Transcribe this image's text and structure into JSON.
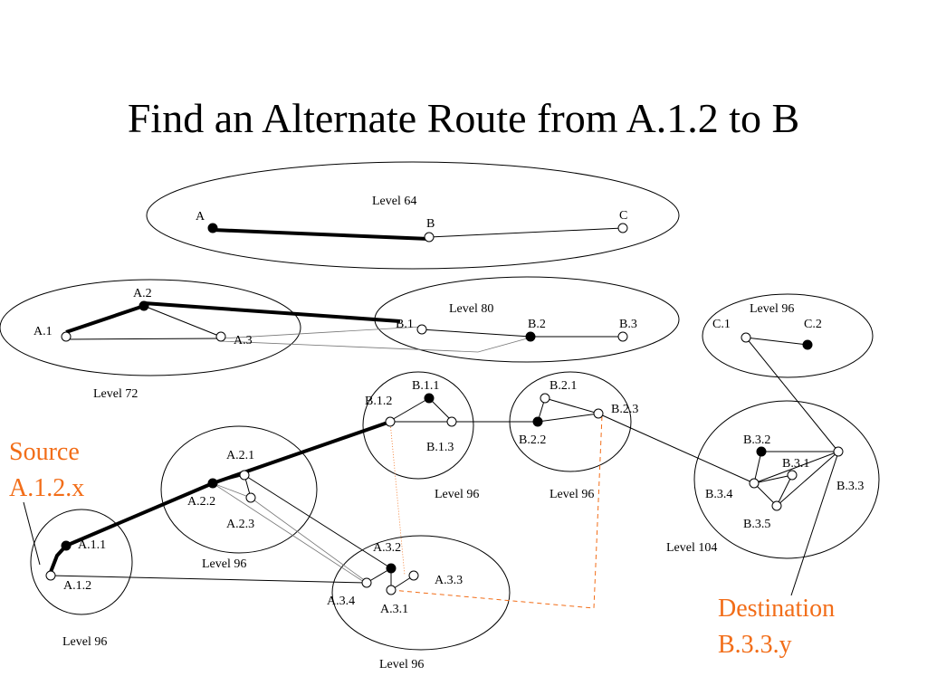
{
  "title": "Find an Alternate Route from A.1.2 to B",
  "colors": {
    "callout": "#f26d18",
    "dotted_route": "#f26d18",
    "stroke": "#000000"
  },
  "levels": {
    "l64": "Level 64",
    "l72": "Level 72",
    "l80": "Level 80",
    "l96_c": "Level 96",
    "l96_b1": "Level 96",
    "l96_b2": "Level 96",
    "l96_a2": "Level 96",
    "l96_a1": "Level 96",
    "l96_a3": "Level 96",
    "l104": "Level 104"
  },
  "nodes": {
    "A": "A",
    "B": "B",
    "C": "C",
    "A_1": "A.1",
    "A_2": "A.2",
    "A_3": "A.3",
    "B_1": "B.1",
    "B_2": "B.2",
    "B_3": "B.3",
    "C_1": "C.1",
    "C_2": "C.2",
    "B_1_1": "B.1.1",
    "B_1_2": "B.1.2",
    "B_1_3": "B.1.3",
    "B_2_1": "B.2.1",
    "B_2_2": "B.2.2",
    "B_2_3": "B.2.3",
    "A_2_1": "A.2.1",
    "A_2_2": "A.2.2",
    "A_2_3": "A.2.3",
    "A_1_1": "A.1.1",
    "A_1_2": "A.1.2",
    "A_3_1": "A.3.1",
    "A_3_2": "A.3.2",
    "A_3_3": "A.3.3",
    "A_3_4": "A.3.4",
    "B_3_1": "B.3.1",
    "B_3_2": "B.3.2",
    "B_3_3": "B.3.3",
    "B_3_4": "B.3.4",
    "B_3_5": "B.3.5"
  },
  "source": {
    "line1": "Source",
    "line2": "A.1.2.x"
  },
  "destination": {
    "line1": "Destination",
    "line2": "B.3.3.y"
  }
}
